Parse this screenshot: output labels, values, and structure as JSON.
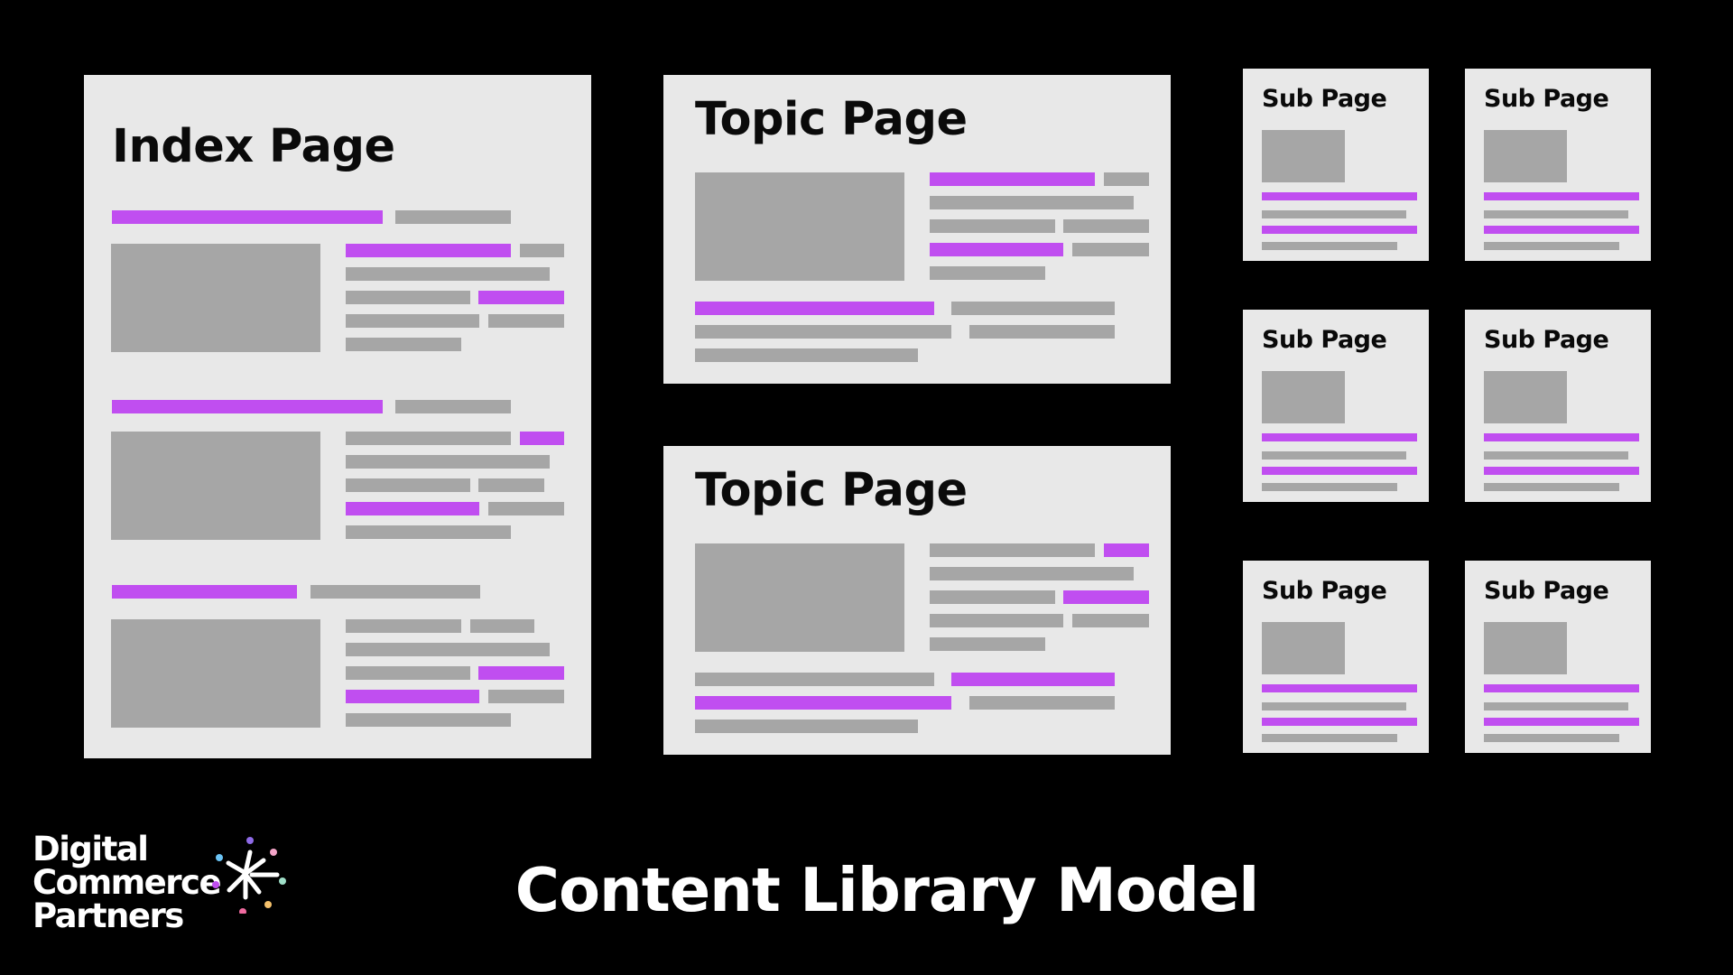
{
  "index_page": {
    "title": "Index Page"
  },
  "topic_pages": [
    {
      "title": "Topic Page"
    },
    {
      "title": "Topic Page"
    }
  ],
  "sub_pages": [
    {
      "title": "Sub Page"
    },
    {
      "title": "Sub Page"
    },
    {
      "title": "Sub Page"
    },
    {
      "title": "Sub Page"
    },
    {
      "title": "Sub Page"
    },
    {
      "title": "Sub Page"
    }
  ],
  "footer": {
    "title": "Content Library Model",
    "logo_lines": [
      "Digital",
      "Commerce",
      "Partners"
    ]
  },
  "colors": {
    "background": "#000000",
    "card": "#e8e8e8",
    "placeholder": "#a6a6a6",
    "accent": "#c04ef0",
    "text_dark": "#0a0a0a",
    "text_light": "#ffffff"
  }
}
